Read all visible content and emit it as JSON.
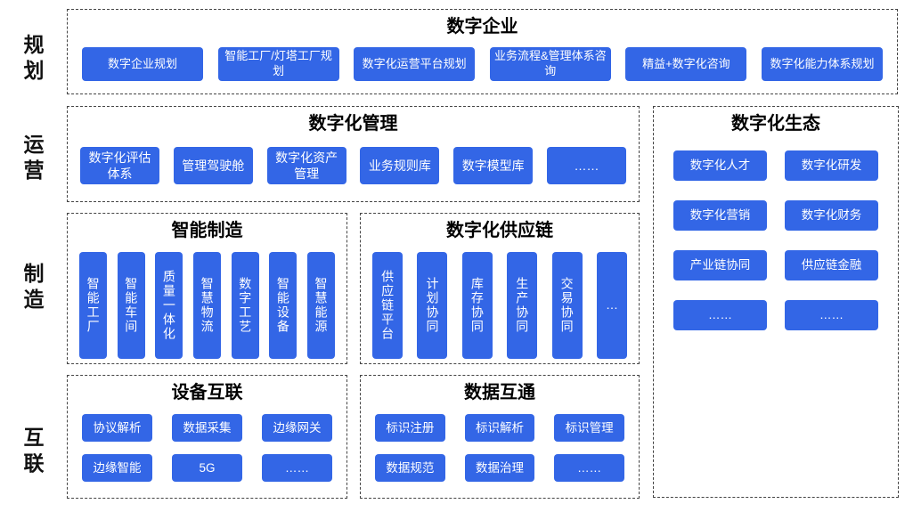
{
  "colors": {
    "button": "#3366e6",
    "button_text": "#ffffff",
    "border": "#444444"
  },
  "rail": {
    "labels": [
      "规划",
      "运营",
      "制造",
      "互联"
    ]
  },
  "sections": {
    "enterprise": {
      "title": "数字企业",
      "items": [
        "数字企业规划",
        "智能工厂/灯塔工厂规划",
        "数字化运营平台规划",
        "业务流程&管理体系咨询",
        "精益+数字化咨询",
        "数字化能力体系规划"
      ]
    },
    "management": {
      "title": "数字化管理",
      "items": [
        "数字化评估体系",
        "管理驾驶舱",
        "数字化资产管理",
        "业务规则库",
        "数字模型库",
        "……"
      ]
    },
    "ecosystem": {
      "title": "数字化生态",
      "items": [
        "数字化人才",
        "数字化研发",
        "数字化营销",
        "数字化财务",
        "产业链协同",
        "供应链金融",
        "……",
        "……"
      ]
    },
    "manufacturing": {
      "title": "智能制造",
      "items": [
        "智能工厂",
        "智能车间",
        "质量一体化",
        "智慧物流",
        "数字工艺",
        "智能设备",
        "智慧能源"
      ]
    },
    "supply_chain": {
      "title": "数字化供应链",
      "items": [
        "供应链平台",
        "计划协同",
        "库存协同",
        "生产协同",
        "交易协同",
        "…"
      ]
    },
    "device": {
      "title": "设备互联",
      "items": [
        "协议解析",
        "数据采集",
        "边缘网关",
        "边缘智能",
        "5G",
        "……"
      ]
    },
    "data_link": {
      "title": "数据互通",
      "items": [
        "标识注册",
        "标识解析",
        "标识管理",
        "数据规范",
        "数据治理",
        "……"
      ]
    }
  }
}
